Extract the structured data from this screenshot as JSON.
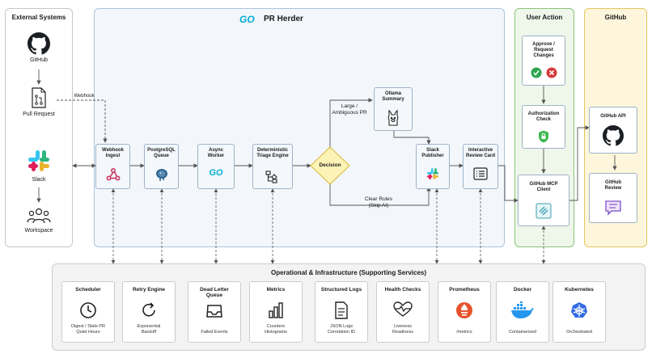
{
  "external": {
    "title": "External Systems",
    "github": "GitHub",
    "pull_request": "Pull Request",
    "slack": "Slack",
    "workspace": "Workspace"
  },
  "main": {
    "title": "PR Herder",
    "go_logo": "GO",
    "webhook_label": "Webhook",
    "nodes": {
      "webhook_ingest": "Webhook Ingest",
      "postgres_queue": "PostgreSQL Queue",
      "async_worker": "Async Worker",
      "triage_engine": "Deterministic Triage Engine",
      "decision": "Decision",
      "ollama": "Ollama Summary",
      "slack_publisher": "Slack Publisher",
      "review_card": "Interactive Review Card"
    },
    "edge_large": "Large / Ambiguous PR",
    "edge_clear": "Clear Rules (Skip AI)"
  },
  "user_action": {
    "title": "User Action",
    "approve": "Approve / Request Changes",
    "authorization": "Authorization Check",
    "mcp_client": "GitHub MCP Client"
  },
  "github_panel": {
    "title": "GitHub",
    "api": "GitHub API",
    "review": "GitHub Review"
  },
  "ops": {
    "title": "Operational & Infrastructure (Supporting Services)",
    "services": [
      {
        "name": "Scheduler",
        "desc": "Digest / Stale PR Quiet Hours",
        "icon": "clock-icon"
      },
      {
        "name": "Retry Engine",
        "desc": "Exponential Backoff",
        "icon": "retry-icon"
      },
      {
        "name": "Dead Letter Queue",
        "desc": "Failed Events",
        "icon": "inbox-icon"
      },
      {
        "name": "Metrics",
        "desc": "Counters Histograms",
        "icon": "bar-chart-icon"
      },
      {
        "name": "Structured Logs",
        "desc": "JSON Logs Correlation ID",
        "icon": "document-icon"
      },
      {
        "name": "Health Checks",
        "desc": "Liveness Readiness",
        "icon": "heartbeat-icon"
      },
      {
        "name": "Prometheus",
        "desc": "/metrics",
        "icon": "prometheus-icon"
      },
      {
        "name": "Docker",
        "desc": "Containerized",
        "icon": "docker-icon"
      },
      {
        "name": "Kubernetes",
        "desc": "Orchestrated",
        "icon": "kubernetes-icon"
      }
    ]
  },
  "colors": {
    "main_bg": "#f3f7fb",
    "main_border": "#aac4dc",
    "user_bg": "#eef7ea",
    "user_border": "#8cc47a",
    "github_bg": "#fdf6dc",
    "github_border": "#e3c65c",
    "ops_bg": "#f3f3f3",
    "decision_fill": "#fdf3b7",
    "accent_blue": "#00acd7"
  }
}
